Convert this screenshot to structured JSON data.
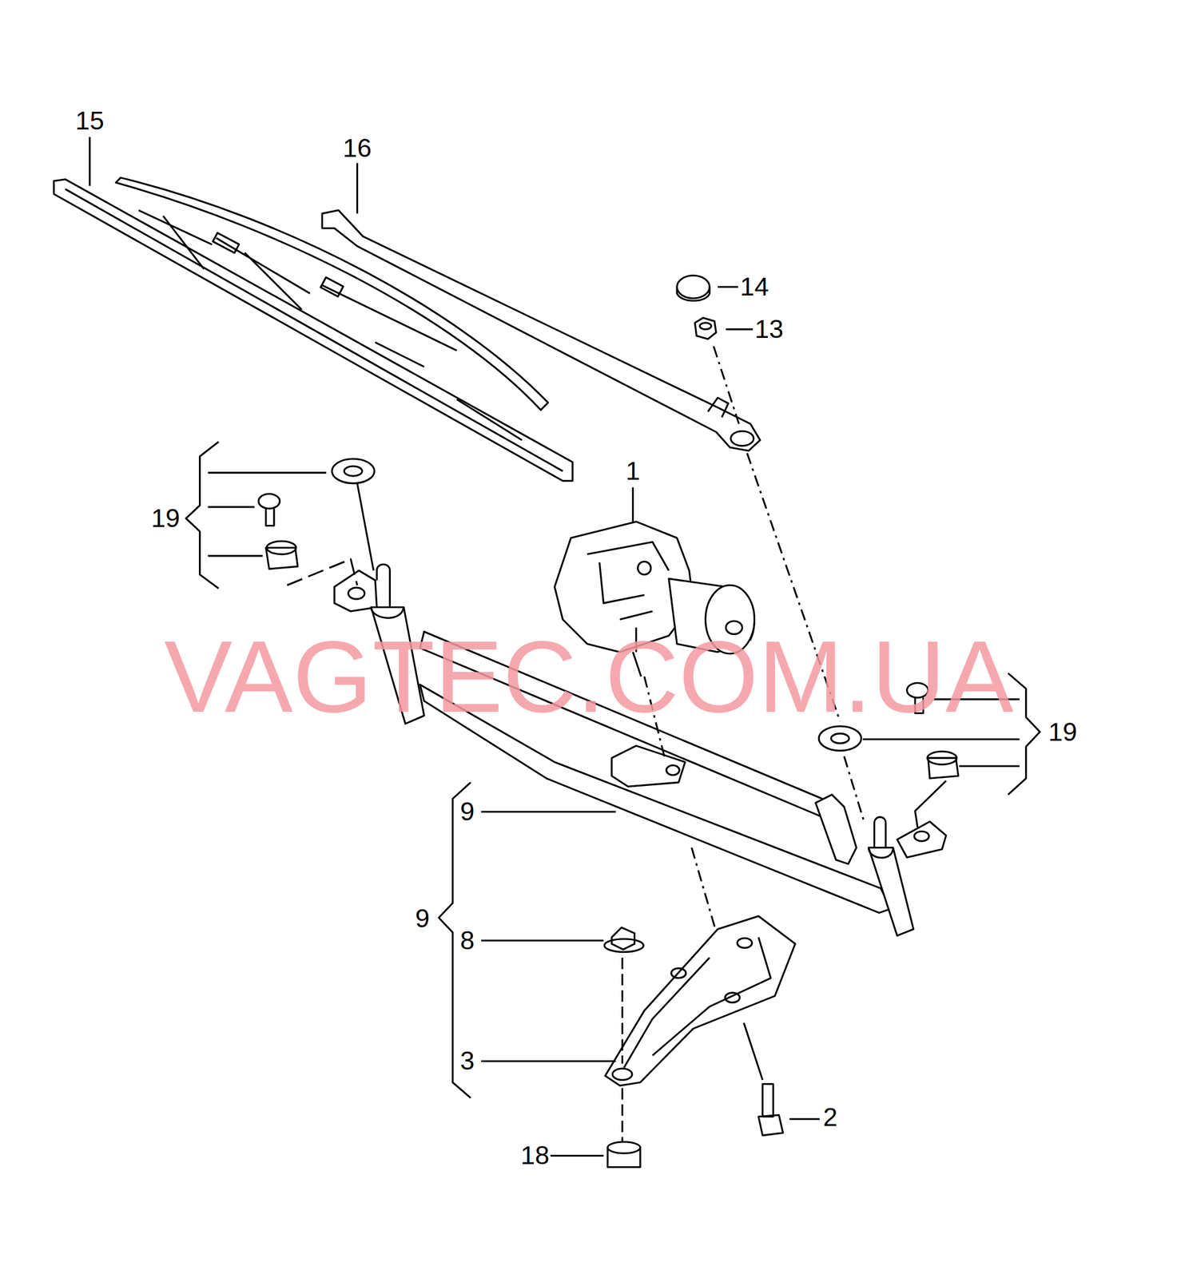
{
  "diagram": {
    "labels": [
      "15",
      "16",
      "14",
      "13",
      "1",
      "19",
      "19",
      "9",
      "9",
      "8",
      "3",
      "2",
      "18",
      "VAGTEC.COM.UA"
    ]
  }
}
